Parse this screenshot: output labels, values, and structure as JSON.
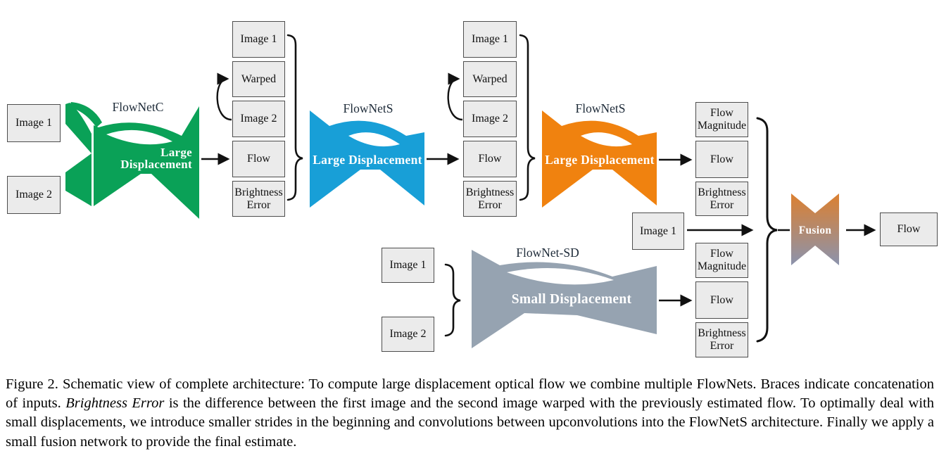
{
  "palette": {
    "green": "#0aa157",
    "blue": "#189fd7",
    "orange": "#f0820f",
    "gray": "#96a3b1",
    "fusion_top": "#dc8030",
    "fusion_bottom": "#8b93ad",
    "box_fill": "#ebebeb",
    "box_border": "#4d4d4d",
    "label_color": "#1d2a38",
    "arrow_color": "#111111"
  },
  "networks": {
    "flownetc": {
      "label": "FlowNetC",
      "body_line1": "Large",
      "body_line2": "Displacement"
    },
    "flownets_blue": {
      "label": "FlowNetS",
      "body": "Large Displacement"
    },
    "flownets_orange": {
      "label": "FlowNetS",
      "body": "Large Displacement"
    },
    "flownet_sd": {
      "label": "FlowNet-SD",
      "body": "Small Displacement"
    },
    "fusion": {
      "label": "Fusion"
    }
  },
  "boxes": {
    "left_inputs": [
      "Image 1",
      "Image 2"
    ],
    "stack_after_flownetc": [
      "Image 1",
      "Warped",
      "Image 2",
      "Flow",
      "Brightness Error"
    ],
    "stack_after_flownets1": [
      "Image 1",
      "Warped",
      "Image 2",
      "Flow",
      "Brightness Error"
    ],
    "stack_after_flownets2": [
      "Flow Magnitude",
      "Flow",
      "Brightness Error"
    ],
    "fusion_image_input": "Image 1",
    "sd_inputs": [
      "Image 1",
      "Image 2"
    ],
    "stack_after_flownet_sd": [
      "Flow Magnitude",
      "Flow",
      "Brightness Error"
    ],
    "output": "Flow"
  },
  "caption": {
    "prefix": "Figure 2. Schematic view of complete architecture: To compute large displacement optical flow we combine multiple FlowNets. Braces indicate concatenation of inputs. ",
    "italic": "Brightness Error",
    "suffix": " is the difference between the first image and the second image warped with the previously estimated flow. To optimally deal with small displacements, we introduce smaller strides in the beginning and convolutions between upconvolutions into the FlowNetS architecture. Finally we apply a small fusion network to provide the final estimate."
  }
}
